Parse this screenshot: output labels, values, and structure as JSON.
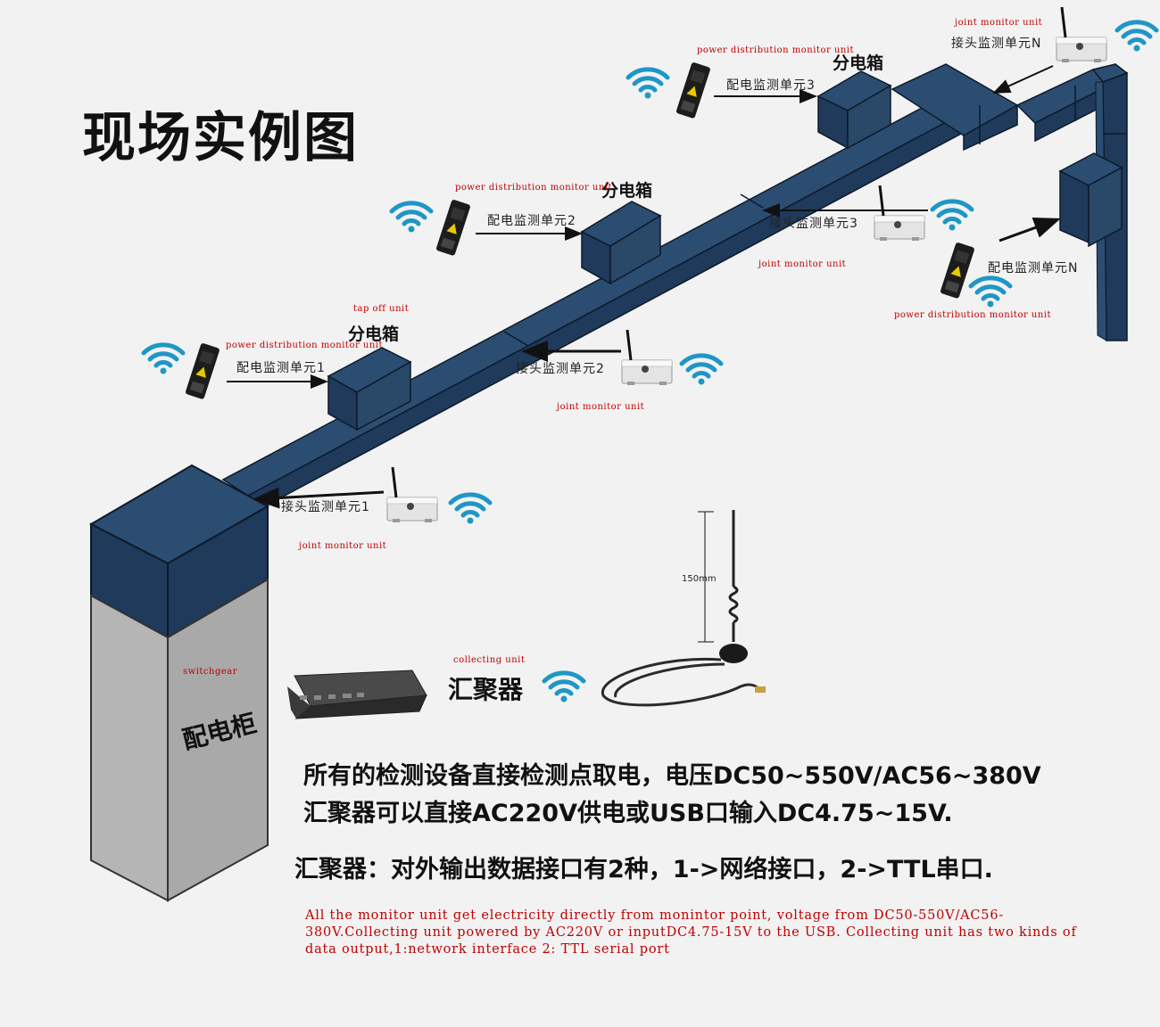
{
  "title": "现场实例图",
  "tap_off_en": "tap off unit",
  "boxes": [
    {
      "label": "分电箱"
    },
    {
      "label": "分电箱"
    },
    {
      "label": "分电箱"
    }
  ],
  "power_units": [
    {
      "cn": "配电监测单元1",
      "en": "power distribution monitor unit"
    },
    {
      "cn": "配电监测单元2",
      "en": "power distribution monitor unit"
    },
    {
      "cn": "配电监测单元3",
      "en": "power distribution monitor unit"
    },
    {
      "cn": "配电监测单元N",
      "en": "power distribution monitor unit"
    }
  ],
  "joint_units": [
    {
      "cn": "接头监测单元1",
      "en": "joint monitor unit"
    },
    {
      "cn": "接头监测单元2",
      "en": "joint monitor unit"
    },
    {
      "cn": "接头监测单元3",
      "en": "joint monitor unit"
    },
    {
      "cn": "接头监测单元N",
      "en": "joint monitor unit"
    }
  ],
  "cabinet": {
    "cn": "配电柜",
    "en": "switchgear"
  },
  "collector": {
    "cn": "汇聚器",
    "en": "collecting unit"
  },
  "antenna_dim": "150mm",
  "desc_cn": [
    "所有的检测设备直接检测点取电，电压DC50~550V/AC56~380V",
    "汇聚器可以直接AC220V供电或USB口输入DC4.75~15V.",
    "汇聚器：对外输出数据接口有2种，1->网络接口，2->TTL串口."
  ],
  "desc_en": "All the monitor unit get electricity directly from monintor point, voltage from DC50-550V/AC56-380V.Collecting unit powered by AC220V or inputDC4.75-15V to the USB. Collecting unit has two kinds of data output,1:network interface 2: TTL serial port",
  "colors": {
    "duct": "#1f3a5a",
    "duct_light": "#2c4d72",
    "cabinet_gray": "#b5b5b5",
    "wifi": "#1f97c6",
    "label_red": "#c00000"
  }
}
